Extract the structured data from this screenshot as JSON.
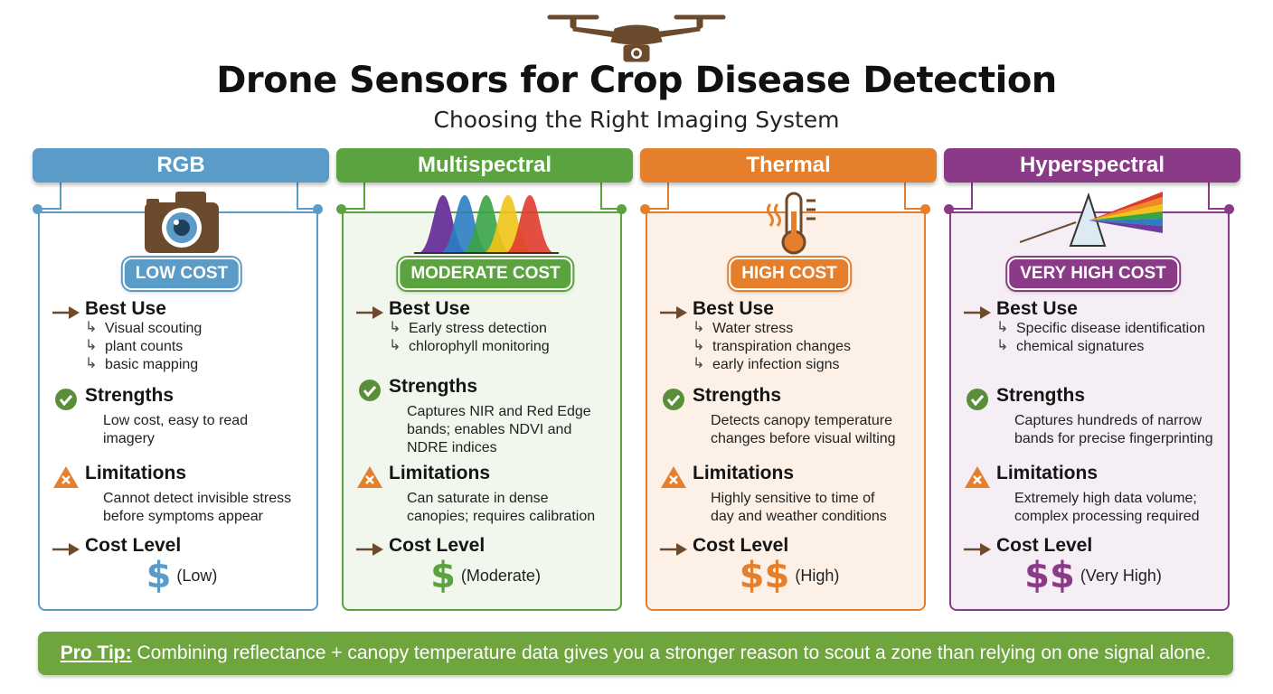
{
  "title": "Drone Sensors for Crop Disease Detection",
  "subtitle": "Choosing the Right Imaging System",
  "headings": {
    "best_use": "Best Use",
    "strengths": "Strengths",
    "limitations": "Limitations",
    "cost_level": "Cost Level"
  },
  "columns": [
    {
      "name": "RGB",
      "color": "#5b9bc8",
      "bg": "#ffffff",
      "icon": "camera-icon",
      "badge": "LOW COST",
      "best_use": [
        "Visual scouting",
        "plant counts",
        "basic mapping"
      ],
      "strengths": [
        "Low cost, easy to read",
        "imagery"
      ],
      "limitations": [
        "Cannot detect invisible stress",
        "before symptoms appear"
      ],
      "cost_sign": "$",
      "cost_label": "(Low)"
    },
    {
      "name": "Multispectral",
      "color": "#5aa33f",
      "bg": "#f2f7ee",
      "icon": "spectrum-curves-icon",
      "badge": "MODERATE COST",
      "best_use": [
        "Early stress detection",
        "chlorophyll monitoring"
      ],
      "strengths": [
        "Captures NIR and Red Edge",
        "bands; enables NDVI and",
        "NDRE indices"
      ],
      "limitations": [
        "Can saturate in dense",
        "canopies; requires calibration"
      ],
      "cost_sign": "$",
      "cost_label": "(Moderate)"
    },
    {
      "name": "Thermal",
      "color": "#e57f2c",
      "bg": "#fdf1e7",
      "icon": "thermometer-icon",
      "badge": "HIGH COST",
      "best_use": [
        "Water stress",
        "transpiration changes",
        "early infection signs"
      ],
      "strengths": [
        "Detects canopy temperature",
        "changes before visual wilting"
      ],
      "limitations": [
        "Highly sensitive to time of",
        "day and weather conditions"
      ],
      "cost_sign": "$$",
      "cost_label": "(High)"
    },
    {
      "name": "Hyperspectral",
      "color": "#8a3a86",
      "bg": "#f5eef4",
      "icon": "prism-icon",
      "badge": "VERY HIGH COST",
      "best_use": [
        "Specific disease identification",
        "chemical signatures"
      ],
      "strengths": [
        "Captures hundreds of narrow",
        "bands for precise fingerprinting"
      ],
      "limitations": [
        "Extremely high data volume;",
        "complex processing required"
      ],
      "cost_sign": "$$",
      "cost_label": "(Very High)"
    }
  ],
  "tip": {
    "label": "Pro Tip:",
    "text": " Combining reflectance + canopy temperature data gives you a stronger reason to scout a zone than relying on one signal alone."
  }
}
